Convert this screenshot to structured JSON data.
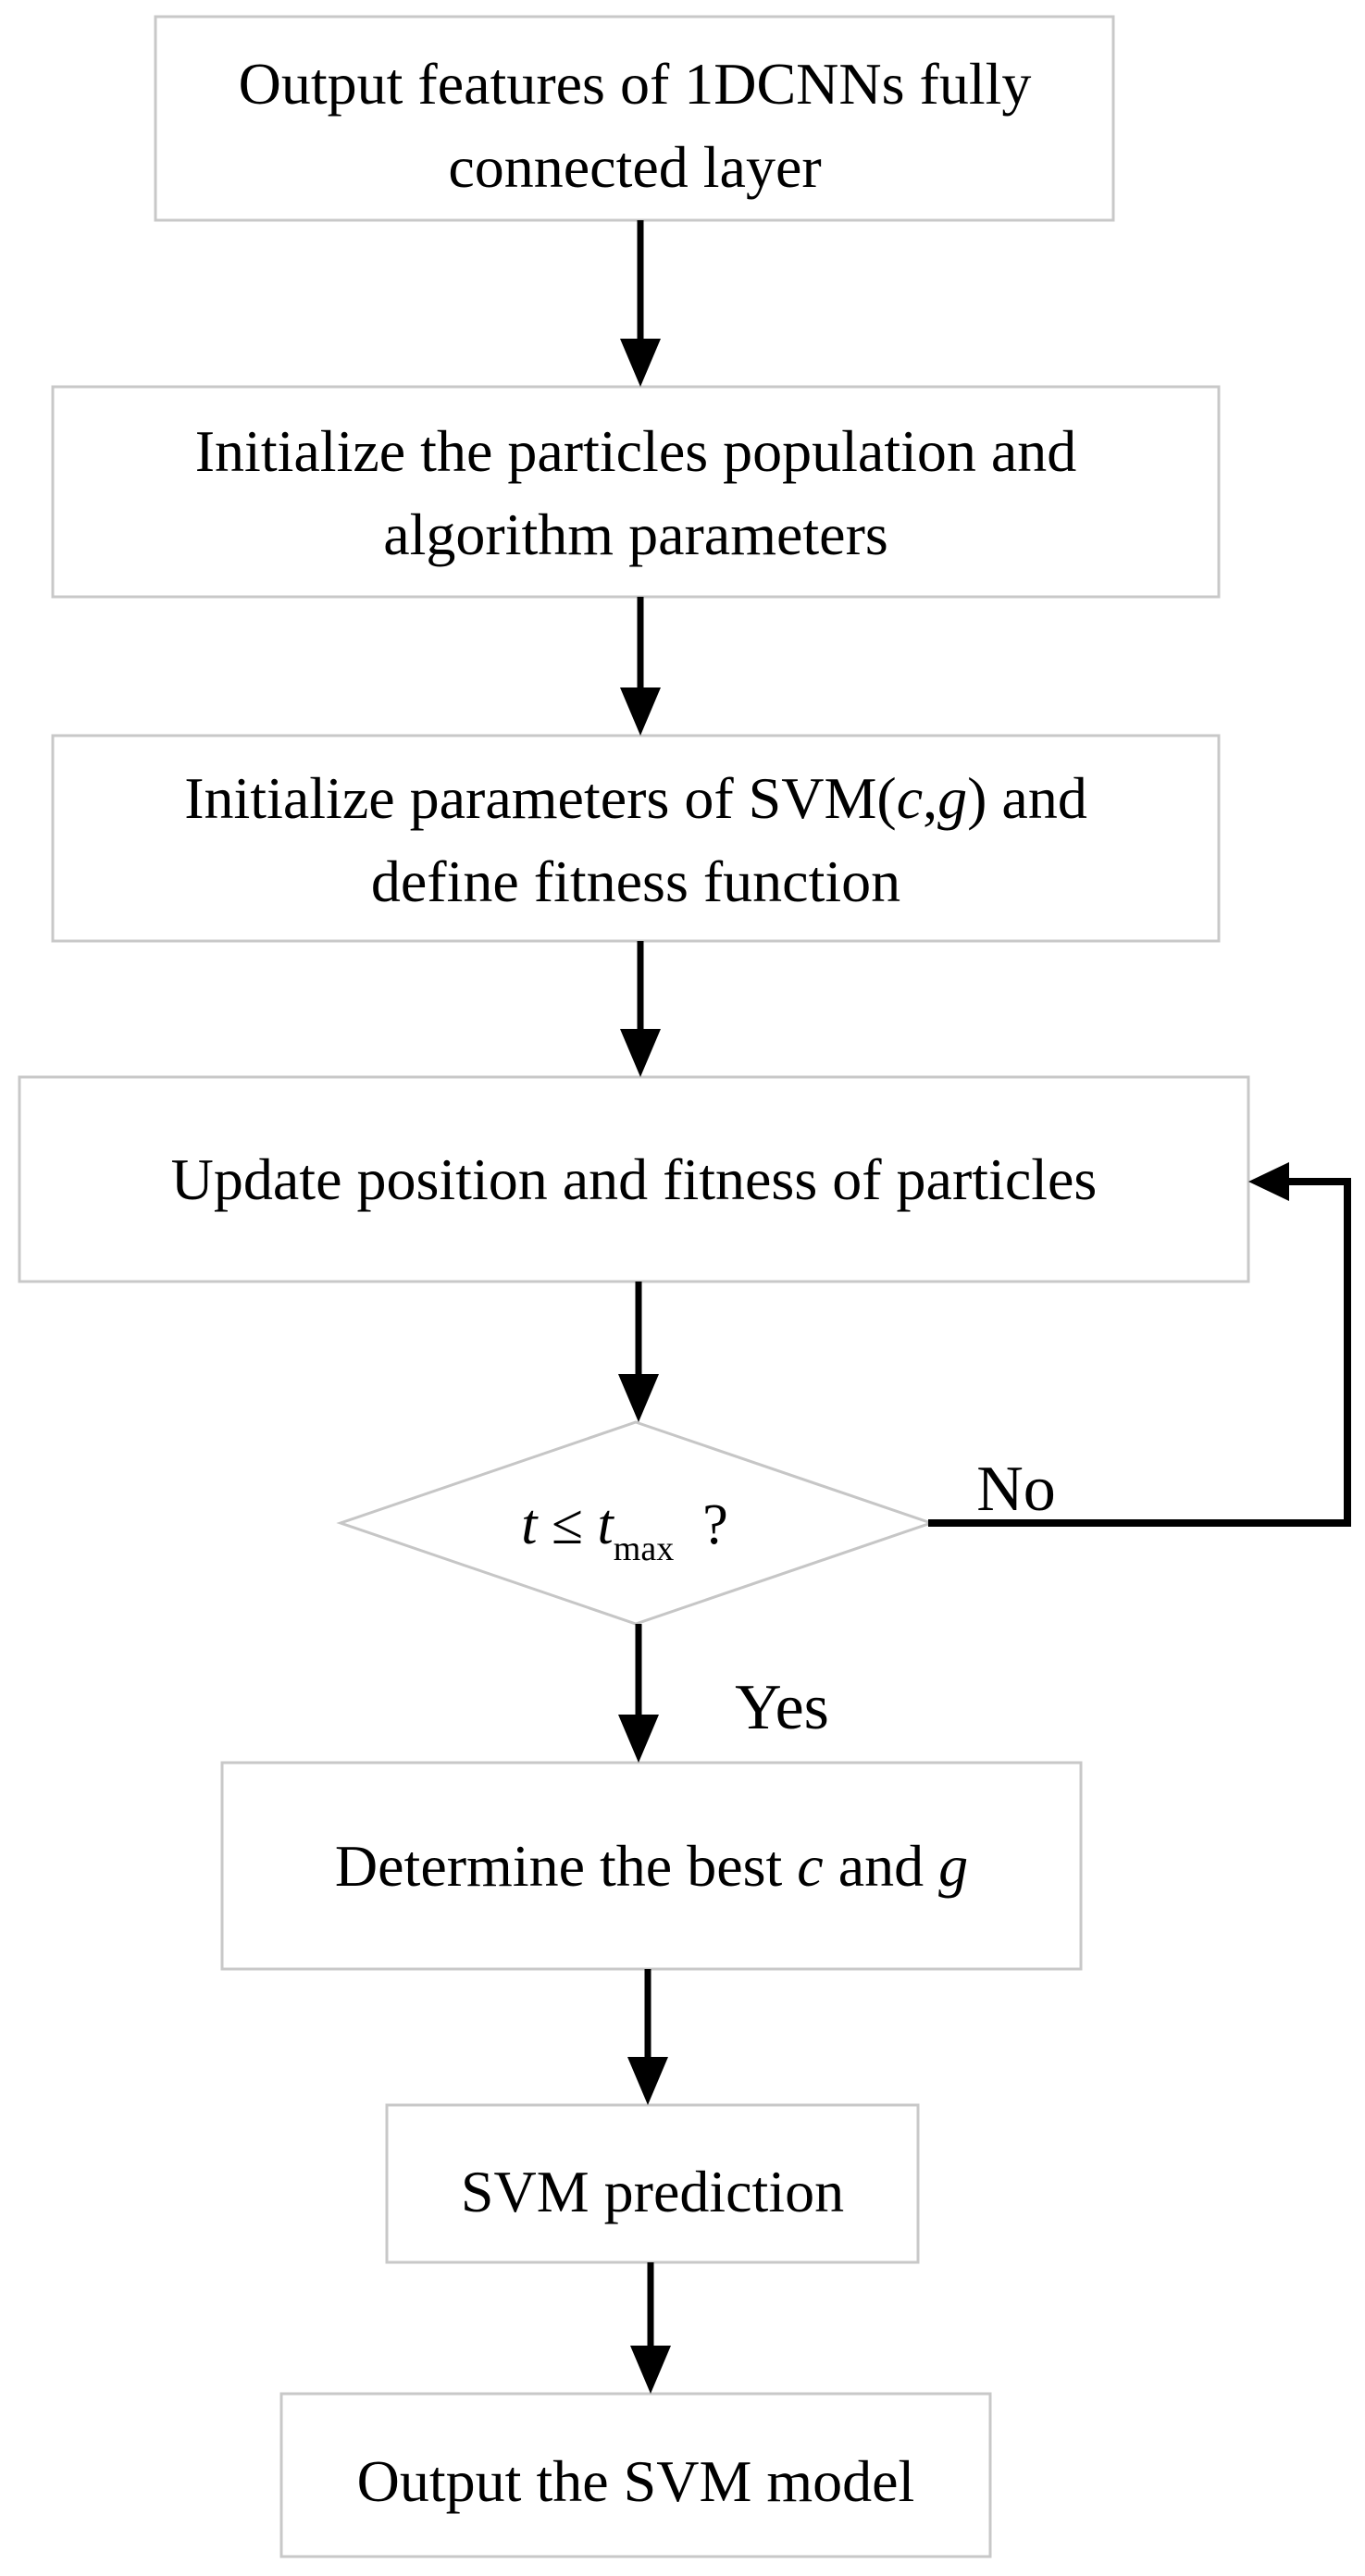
{
  "flowchart": {
    "colors": {
      "background": "#ffffff",
      "box_border": "#c8c8c8",
      "arrow": "#000000",
      "text": "#000000"
    },
    "nodes": {
      "box1": {
        "line1": "Output features of 1DCNNs fully",
        "line2": "connected layer"
      },
      "box2": {
        "line1": "Initialize the particles population and",
        "line2": "algorithm parameters"
      },
      "box3": {
        "line1_pre": "Initialize parameters of SVM(",
        "line1_c": "c",
        "line1_comma": ",",
        "line1_g": "g",
        "line1_post": ") and",
        "line2": "define fitness function"
      },
      "box4": {
        "line1": "Update position and fitness of particles"
      },
      "decision": {
        "t1": "t",
        "op": " ≤ ",
        "t2": "t",
        "subscript": "max",
        "question": "  ?"
      },
      "box5": {
        "pre": "Determine the best ",
        "c": "c",
        "mid": " and ",
        "g": "g"
      },
      "box6": {
        "line1": "SVM prediction"
      },
      "box7": {
        "line1": "Output the SVM model"
      }
    },
    "labels": {
      "no": "No",
      "yes": "Yes"
    }
  }
}
